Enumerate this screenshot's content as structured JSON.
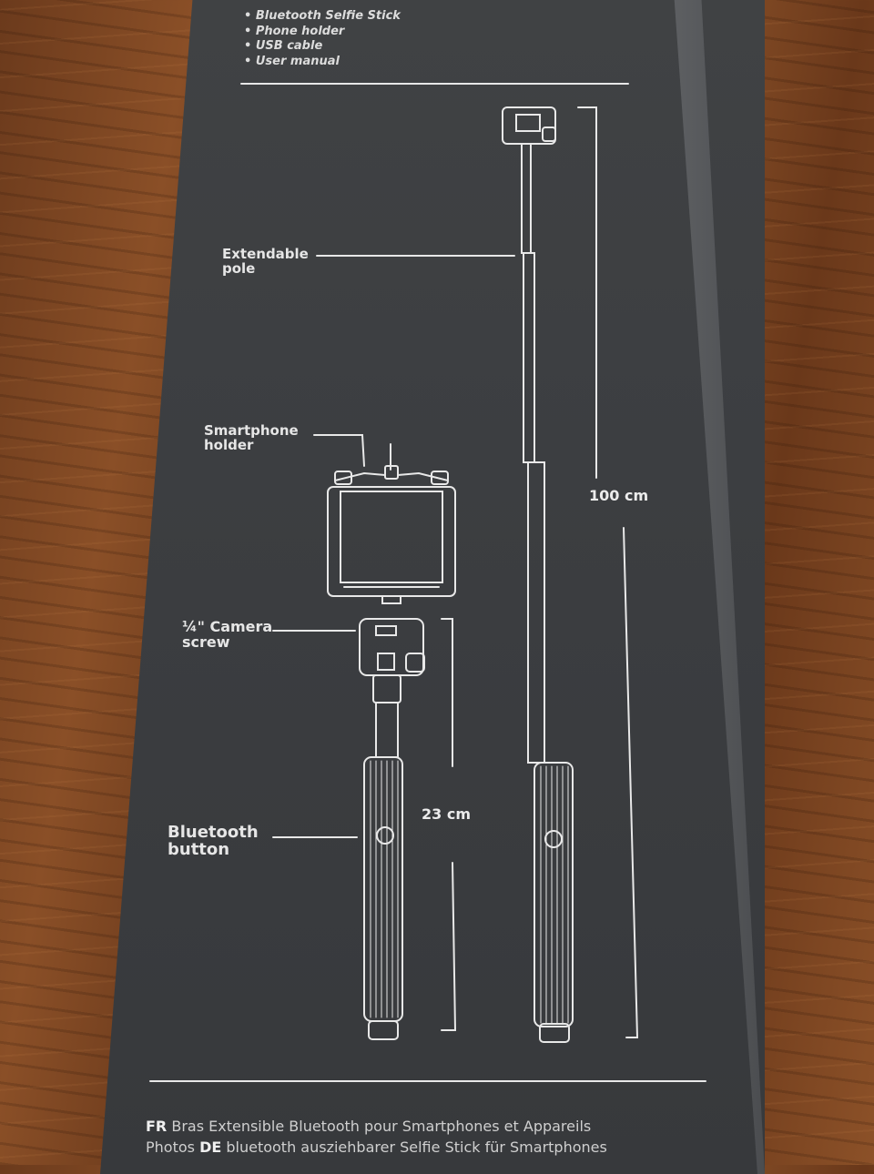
{
  "contents": {
    "items": [
      "Bluetooth Selfie Stick",
      "Phone holder",
      "USB cable",
      "User manual"
    ]
  },
  "labels": {
    "extendable_pole": [
      "Extendable",
      "pole"
    ],
    "smartphone_holder": [
      "Smartphone",
      "holder"
    ],
    "camera_screw": [
      "¼\" Camera",
      "screw"
    ],
    "bluetooth_button": [
      "Bluetooth",
      "button"
    ]
  },
  "measurements": {
    "full_length": "100 cm",
    "collapsed_length": "23 cm"
  },
  "footer": {
    "fr_code": "FR",
    "fr_text": " Bras Extensible Bluetooth pour Smartphones et Appareils",
    "line2_prefix": "Photos ",
    "de_code": "DE",
    "de_text": " bluetooth ausziehbarer Selfie Stick für Smartphones"
  },
  "colors": {
    "box": "#3c3e41",
    "wood": "#8a4f27",
    "line_art": "#e8e8e8"
  }
}
